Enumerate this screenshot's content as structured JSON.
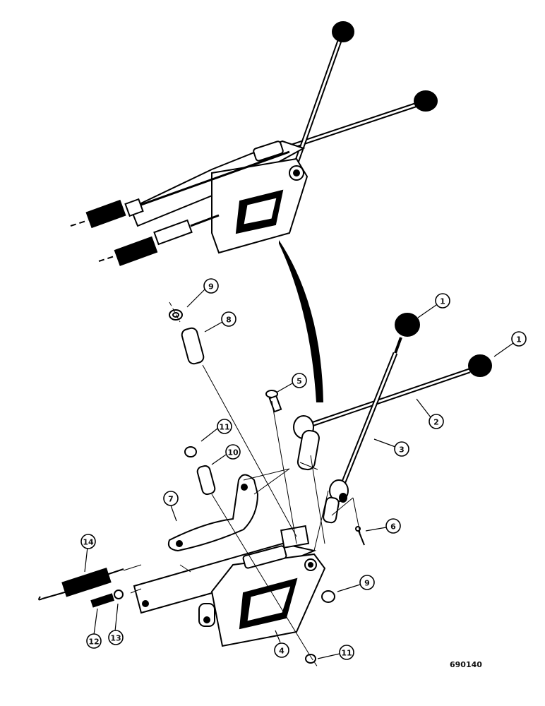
{
  "callouts": [
    "1",
    "1",
    "2",
    "3",
    "4",
    "5",
    "6",
    "7",
    "8",
    "9",
    "9",
    "10",
    "11",
    "11",
    "12",
    "13",
    "14"
  ],
  "figure_code": "690140"
}
